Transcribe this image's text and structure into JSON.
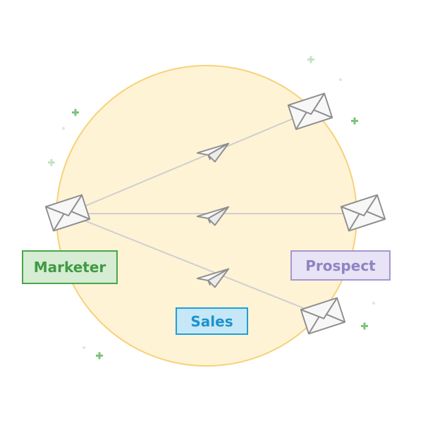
{
  "labels": {
    "marketer": "Marketer",
    "sales": "Sales",
    "prospect": "Prospect"
  },
  "icons": {
    "envelope": "envelope-icon",
    "paper_plane": "paper-plane-icon",
    "sparkle": "plus-sparkle-icon"
  },
  "colors": {
    "circle_fill": "#fff3d6",
    "circle_stroke": "#f6d27a",
    "connector": "#cfcfcf",
    "sparkle": "#7cc47a",
    "marketer_fill": "#d6ecd3",
    "marketer_border": "#4aa54a",
    "marketer_text": "#3f9a43",
    "sales_fill": "#c5e7f7",
    "sales_border": "#1fa0d6",
    "sales_text": "#1c93cc",
    "prospect_fill": "#e8e3f5",
    "prospect_border": "#a398cf",
    "prospect_text": "#8f84c3"
  }
}
